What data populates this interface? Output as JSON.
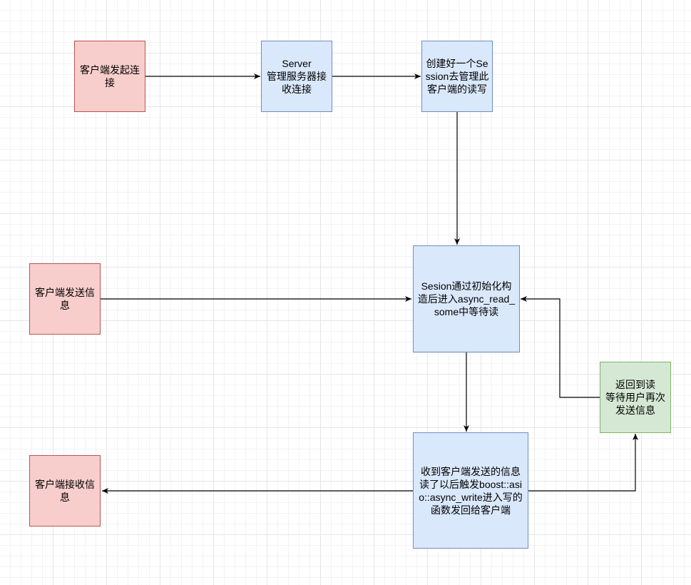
{
  "nodes": {
    "client_connect": "客户端发起连接",
    "server_accept": "Server\n管理服务器接收连接",
    "create_session": "创建好一个Session去管理此客户端的读写",
    "client_send": "客户端发送信息",
    "session_read": "Sesion通过初始化构造后进入async_read_some中等待读",
    "return_read": "返回到读\n等待用户再次发送信息",
    "client_receive": "客户端接收信息",
    "receive_write": "收到客户端发送的信息读了以后触发boost::asio::async_write进入写的函数发回给客户端"
  },
  "colors": {
    "client_fill": "#f8cecc",
    "client_stroke": "#b85450",
    "server_fill": "#dae8fc",
    "server_stroke": "#6c8ebf",
    "green_fill": "#d5e8d4",
    "green_stroke": "#82b366",
    "edge": "#000000"
  }
}
